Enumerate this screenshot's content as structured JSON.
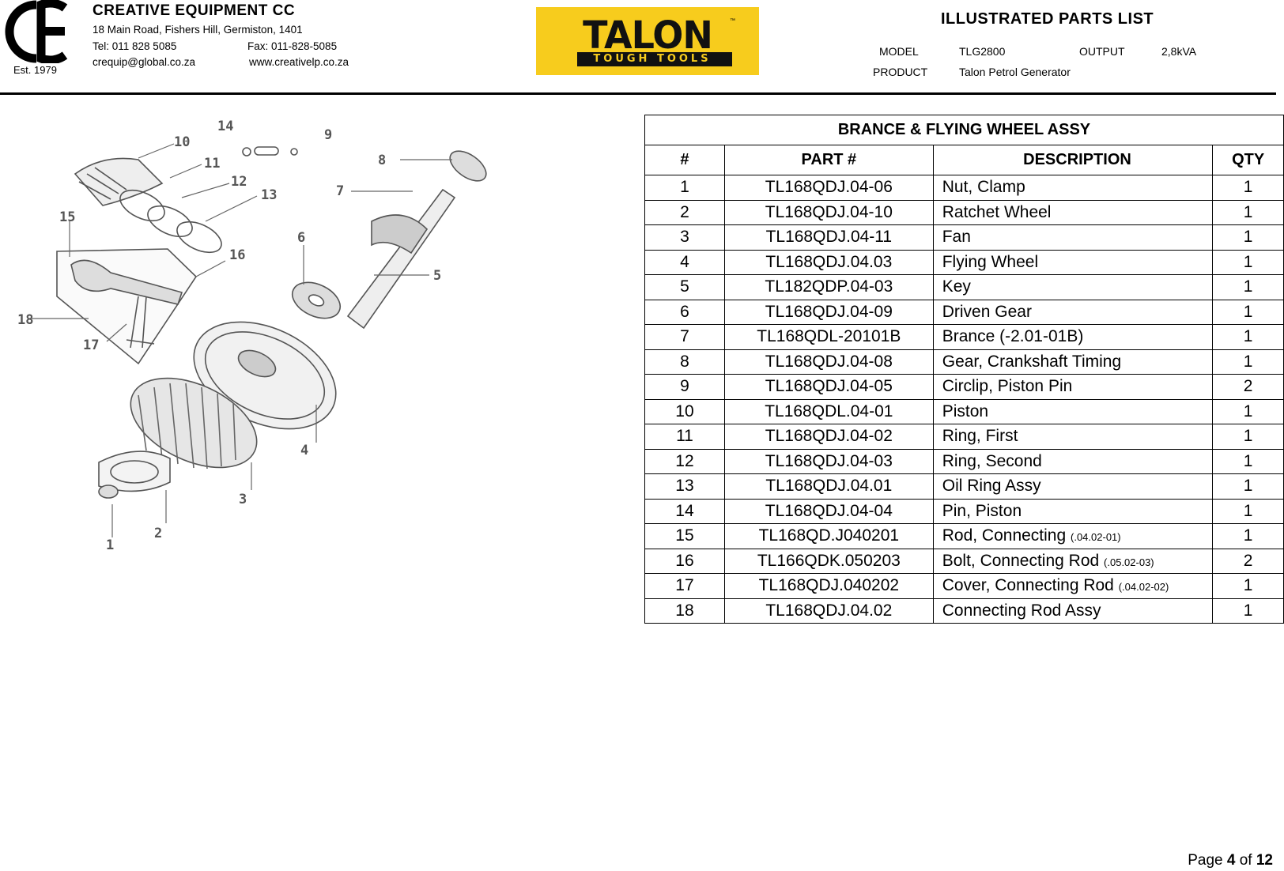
{
  "company": {
    "est": "Est. 1979",
    "name": "CREATIVE EQUIPMENT CC",
    "address": "18 Main Road, Fishers Hill, Germiston, 1401",
    "tel": "Tel: 011 828 5085",
    "fax": "Fax: 011-828-5085",
    "email": "crequip@global.co.za",
    "website": "www.creativelp.co.za"
  },
  "brand": {
    "name": "TALON",
    "tagline": "TOUGH TOOLS",
    "tm": "™",
    "color": "#f7cc1d"
  },
  "doc": {
    "title": "ILLUSTRATED PARTS LIST",
    "model_label": "MODEL",
    "model_value": "TLG2800",
    "output_label": "OUTPUT",
    "output_value": "2,8kVA",
    "product_label": "PRODUCT",
    "product_value": "Talon Petrol Generator"
  },
  "diagram": {
    "callouts": [
      "1",
      "2",
      "3",
      "4",
      "5",
      "6",
      "7",
      "8",
      "9",
      "10",
      "11",
      "12",
      "13",
      "14",
      "15",
      "16",
      "17",
      "18"
    ]
  },
  "table": {
    "title": "BRANCE & FLYING WHEEL ASSY",
    "headers": {
      "num": "#",
      "part": "PART #",
      "desc": "DESCRIPTION",
      "qty": "QTY"
    },
    "rows": [
      {
        "num": "1",
        "part": "TL168QDJ.04-06",
        "desc": "Nut, Clamp",
        "note": "",
        "qty": "1"
      },
      {
        "num": "2",
        "part": "TL168QDJ.04-10",
        "desc": "Ratchet Wheel",
        "note": "",
        "qty": "1"
      },
      {
        "num": "3",
        "part": "TL168QDJ.04-11",
        "desc": "Fan",
        "note": "",
        "qty": "1"
      },
      {
        "num": "4",
        "part": "TL168QDJ.04.03",
        "desc": "Flying Wheel",
        "note": "",
        "qty": "1"
      },
      {
        "num": "5",
        "part": "TL182QDP.04-03",
        "desc": "Key",
        "note": "",
        "qty": "1"
      },
      {
        "num": "6",
        "part": "TL168QDJ.04-09",
        "desc": "Driven Gear",
        "note": "",
        "qty": "1"
      },
      {
        "num": "7",
        "part": "TL168QDL-20101B",
        "desc": "Brance (-2.01-01B)",
        "note": "",
        "qty": "1"
      },
      {
        "num": "8",
        "part": "TL168QDJ.04-08",
        "desc": "Gear, Crankshaft Timing",
        "note": "",
        "qty": "1"
      },
      {
        "num": "9",
        "part": "TL168QDJ.04-05",
        "desc": "Circlip, Piston Pin",
        "note": "",
        "qty": "2"
      },
      {
        "num": "10",
        "part": "TL168QDL.04-01",
        "desc": "Piston",
        "note": "",
        "qty": "1"
      },
      {
        "num": "11",
        "part": "TL168QDJ.04-02",
        "desc": "Ring, First",
        "note": "",
        "qty": "1"
      },
      {
        "num": "12",
        "part": "TL168QDJ.04-03",
        "desc": "Ring, Second",
        "note": "",
        "qty": "1"
      },
      {
        "num": "13",
        "part": "TL168QDJ.04.01",
        "desc": "Oil Ring Assy",
        "note": "",
        "qty": "1"
      },
      {
        "num": "14",
        "part": "TL168QDJ.04-04",
        "desc": "Pin, Piston",
        "note": "",
        "qty": "1"
      },
      {
        "num": "15",
        "part": "TL168QD.J040201",
        "desc": "Rod, Connecting",
        "note": "(.04.02-01)",
        "qty": "1"
      },
      {
        "num": "16",
        "part": "TL166QDK.050203",
        "desc": "Bolt, Connecting Rod",
        "note": "(.05.02-03)",
        "qty": "2"
      },
      {
        "num": "17",
        "part": "TL168QDJ.040202",
        "desc": "Cover, Connecting Rod",
        "note": "(.04.02-02)",
        "qty": "1"
      },
      {
        "num": "18",
        "part": "TL168QDJ.04.02",
        "desc": "Connecting Rod Assy",
        "note": "",
        "qty": "1"
      }
    ]
  },
  "footer": {
    "page_prefix": "Page",
    "page": "4",
    "of": "of",
    "total": "12"
  }
}
